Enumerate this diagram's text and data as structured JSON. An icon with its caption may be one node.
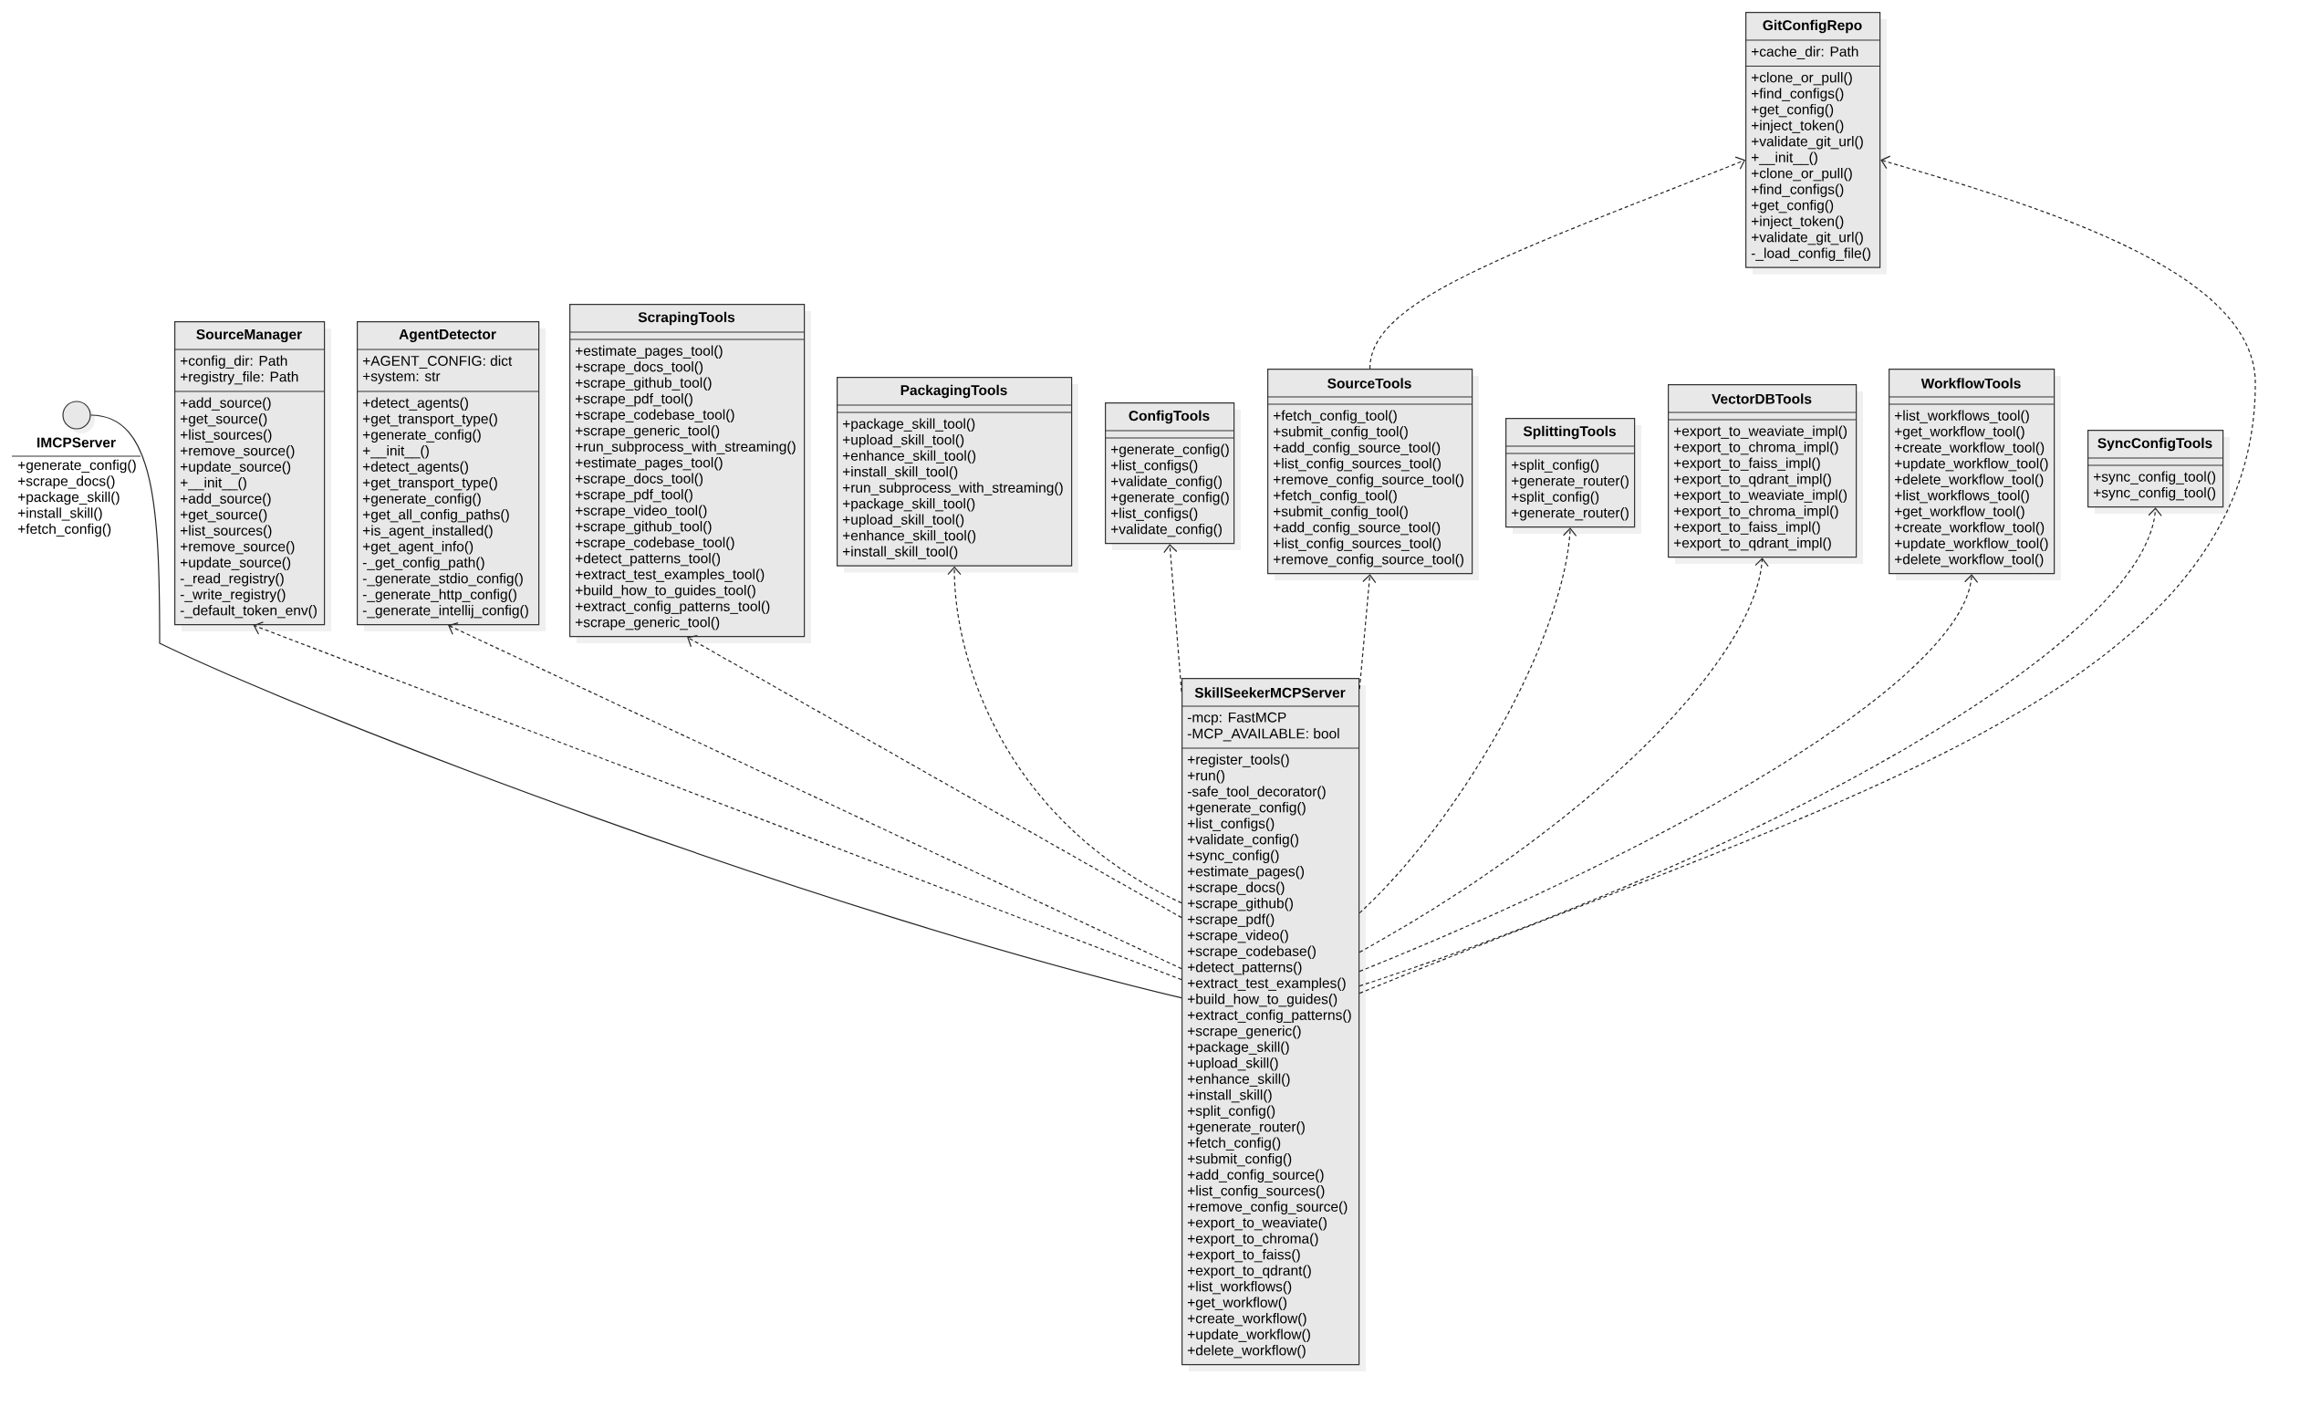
{
  "diagram": {
    "nodes": [
      {
        "text": [],
        "shape": "circle"
      },
      {
        "text": [
          "IMCPServer",
          "+generate_config()",
          "+scrape_docs()",
          "+package_skill()",
          "+install_skill()",
          "+fetch_config()"
        ]
      },
      {
        "text": [
          "SourceManager",
          "+config_dir: Path",
          "+registry_file: Path",
          "+add_source()",
          "+get_source()",
          "+list_sources()",
          "+remove_source()",
          "+update_source()",
          "+__init__()",
          "+add_source()",
          "+get_source()",
          "+list_sources()",
          "+remove_source()",
          "+update_source()",
          "-_read_registry()",
          "-_write_registry()",
          "-_default_token_env()"
        ]
      },
      {
        "text": [
          "AgentDetector",
          "+AGENT_CONFIG: dict",
          "+system: str",
          "+detect_agents()",
          "+get_transport_type()",
          "+generate_config()",
          "+__init__()",
          "+detect_agents()",
          "+get_transport_type()",
          "+generate_config()",
          "+get_all_config_paths()",
          "+is_agent_installed()",
          "+get_agent_info()",
          "-_get_config_path()",
          "-_generate_stdio_config()",
          "-_generate_http_config()",
          "-_generate_intellij_config()"
        ]
      },
      {
        "text": [
          "ScrapingTools",
          "+estimate_pages_tool()",
          "+scrape_docs_tool()",
          "+scrape_github_tool()",
          "+scrape_pdf_tool()",
          "+scrape_codebase_tool()",
          "+scrape_generic_tool()",
          "+run_subprocess_with_streaming()",
          "+estimate_pages_tool()",
          "+scrape_docs_tool()",
          "+scrape_pdf_tool()",
          "+scrape_video_tool()",
          "+scrape_github_tool()",
          "+scrape_codebase_tool()",
          "+detect_patterns_tool()",
          "+extract_test_examples_tool()",
          "+build_how_to_guides_tool()",
          "+extract_config_patterns_tool()",
          "+scrape_generic_tool()"
        ]
      },
      {
        "text": [
          "PackagingTools",
          "+package_skill_tool()",
          "+upload_skill_tool()",
          "+enhance_skill_tool()",
          "+install_skill_tool()",
          "+run_subprocess_with_streaming()",
          "+package_skill_tool()",
          "+upload_skill_tool()",
          "+enhance_skill_tool()",
          "+install_skill_tool()"
        ]
      },
      {
        "text": [
          "ConfigTools",
          "+generate_config()",
          "+list_configs()",
          "+validate_config()",
          "+generate_config()",
          "+list_configs()",
          "+validate_config()"
        ]
      },
      {
        "text": [
          "SourceTools",
          "+fetch_config_tool()",
          "+submit_config_tool()",
          "+add_config_source_tool()",
          "+list_config_sources_tool()",
          "+remove_config_source_tool()",
          "+fetch_config_tool()",
          "+submit_config_tool()",
          "+add_config_source_tool()",
          "+list_config_sources_tool()",
          "+remove_config_source_tool()"
        ]
      },
      {
        "text": [
          "GitConfigRepo",
          "+cache_dir: Path",
          "+clone_or_pull()",
          "+find_configs()",
          "+get_config()",
          "+inject_token()",
          "+validate_git_url()",
          "+__init__()",
          "+clone_or_pull()",
          "+find_configs()",
          "+get_config()",
          "+inject_token()",
          "+validate_git_url()",
          "-_load_config_file()"
        ]
      },
      {
        "text": [
          "SplittingTools",
          "+split_config()",
          "+generate_router()",
          "+split_config()",
          "+generate_router()"
        ]
      },
      {
        "text": [
          "VectorDBTools",
          "+export_to_weaviate_impl()",
          "+export_to_chroma_impl()",
          "+export_to_faiss_impl()",
          "+export_to_qdrant_impl()",
          "+export_to_weaviate_impl()",
          "+export_to_chroma_impl()",
          "+export_to_faiss_impl()",
          "+export_to_qdrant_impl()"
        ]
      },
      {
        "text": [
          "WorkflowTools",
          "+list_workflows_tool()",
          "+get_workflow_tool()",
          "+create_workflow_tool()",
          "+update_workflow_tool()",
          "+delete_workflow_tool()",
          "+list_workflows_tool()",
          "+get_workflow_tool()",
          "+create_workflow_tool()",
          "+update_workflow_tool()",
          "+delete_workflow_tool()"
        ]
      },
      {
        "text": [
          "SyncConfigTools",
          "+sync_config_tool()",
          "+sync_config_tool()"
        ]
      },
      {
        "text": [
          "SkillSeekerMCPServer",
          "-mcp: FastMCP",
          "-MCP_AVAILABLE: bool",
          "+register_tools()",
          "+run()",
          "-safe_tool_decorator()",
          "+generate_config()",
          "+list_configs()",
          "+validate_config()",
          "+sync_config()",
          "+estimate_pages()",
          "+scrape_docs()",
          "+scrape_github()",
          "+scrape_pdf()",
          "+scrape_video()",
          "+scrape_codebase()",
          "+detect_patterns()",
          "+extract_test_examples()",
          "+build_how_to_guides()",
          "+extract_config_patterns()",
          "+scrape_generic()",
          "+package_skill()",
          "+upload_skill()",
          "+enhance_skill()",
          "+install_skill()",
          "+split_config()",
          "+generate_router()",
          "+fetch_config()",
          "+submit_config()",
          "+add_config_source()",
          "+list_config_sources()",
          "+remove_config_source()",
          "+export_to_weaviate()",
          "+export_to_chroma()",
          "+export_to_faiss()",
          "+export_to_qdrant()",
          "+list_workflows()",
          "+get_workflow()",
          "+create_workflow()",
          "+update_workflow()",
          "+delete_workflow()"
        ]
      }
    ],
    "edges": [
      {
        "from": 13,
        "to": 2,
        "arrow": "to",
        "style": "dashed"
      },
      {
        "from": 13,
        "to": 3,
        "arrow": "to",
        "style": "dashed"
      },
      {
        "from": 13,
        "to": 4,
        "arrow": "to",
        "style": "dashed"
      },
      {
        "from": 13,
        "to": 5,
        "arrow": "to",
        "style": "dashed"
      },
      {
        "from": 13,
        "to": 6,
        "arrow": "to",
        "style": "dashed"
      },
      {
        "from": 13,
        "to": 7,
        "arrow": "to",
        "style": "dashed"
      },
      {
        "from": 7,
        "to": 8,
        "arrow": "to",
        "style": "dashed"
      },
      {
        "from": 13,
        "to": 9,
        "arrow": "to",
        "style": "dashed"
      },
      {
        "from": 13,
        "to": 10,
        "arrow": "to",
        "style": "dashed"
      },
      {
        "from": 13,
        "to": 11,
        "arrow": "to",
        "style": "dashed"
      },
      {
        "from": 13,
        "to": 12,
        "arrow": "to",
        "style": "dashed"
      },
      {
        "from": 13,
        "to": 8,
        "arrow": "to",
        "style": "dashed"
      },
      {
        "from": 13,
        "to": 0,
        "arrow": "none"
      }
    ]
  }
}
